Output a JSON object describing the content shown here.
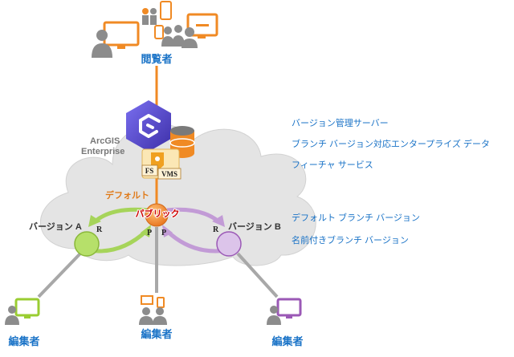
{
  "colors": {
    "orange": "#f08a24",
    "blue_text": "#1a73c7",
    "green": "#9acd32",
    "purple": "#9b59b6",
    "cloud": "#e4e4e4",
    "hex": "#5a4fcf"
  },
  "server": {
    "line1": "ArcGIS",
    "line2": "Enterprise",
    "fs": "FS",
    "vms": "VMS"
  },
  "branches": {
    "default": "デフォルト",
    "public": "パブリック",
    "version_a": "バージョン A",
    "version_b": "バージョン B",
    "r_marker": "R",
    "p_marker": "P"
  },
  "roles": {
    "viewers": "閲覧者",
    "editor_left": "編集者",
    "editor_center": "編集者",
    "editor_right": "編集者"
  },
  "legend": {
    "items": [
      "バージョン管理サーバー",
      "ブランチ バージョン対応エンタープライズ データ",
      "フィーチャ サービス",
      "デフォルト ブランチ バージョン",
      "名前付きブランチ バージョン"
    ]
  }
}
